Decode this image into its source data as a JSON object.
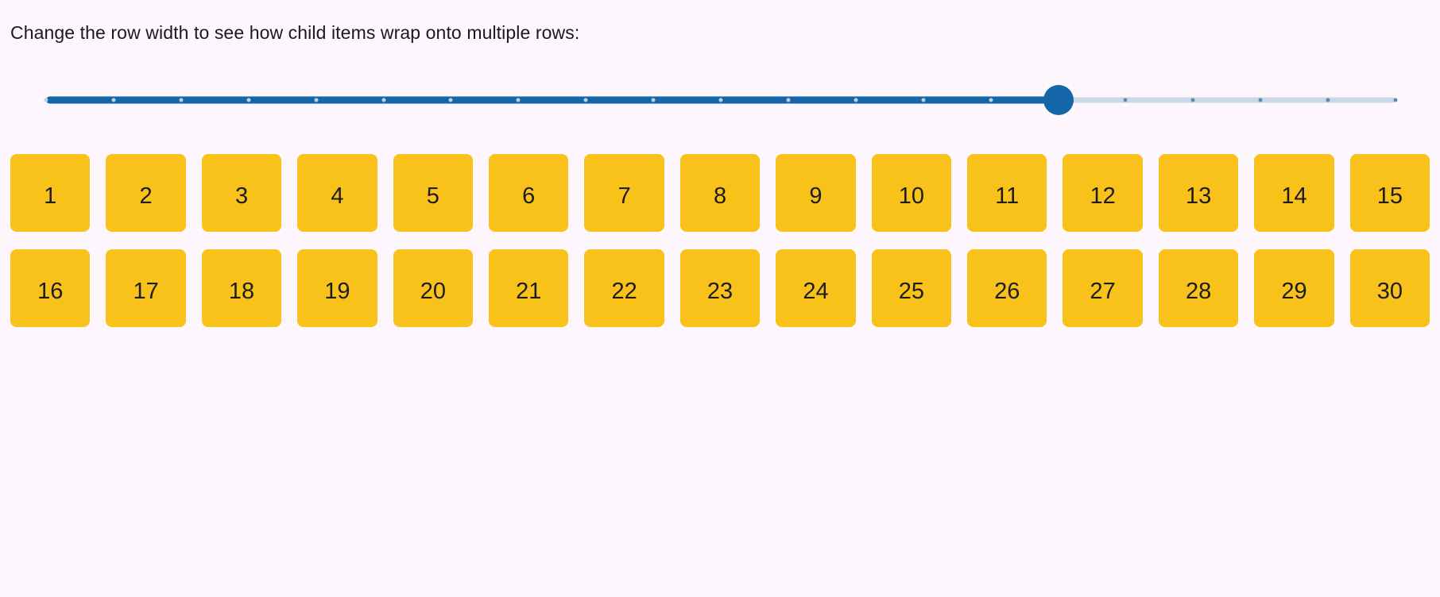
{
  "page": {
    "background_color": "#FDF7FD",
    "instruction": "Change the row width to see how child items wrap onto multiple rows:"
  },
  "slider": {
    "label": "row width",
    "min": 0,
    "max": 20,
    "value": 15,
    "percent": 75,
    "tick_count": 21,
    "colors": {
      "filled_track": "#1566A8",
      "rest_track": "#C9D9E8",
      "thumb": "#1566A8",
      "tick_on_filled": "#B9CFE2",
      "tick_on_rest": "#5F8BAE"
    }
  },
  "wrap_grid": {
    "tile_color": "#F9C21A",
    "tile_text_color": "#1D1D1D",
    "items": [
      "1",
      "2",
      "3",
      "4",
      "5",
      "6",
      "7",
      "8",
      "9",
      "10",
      "11",
      "12",
      "13",
      "14",
      "15",
      "16",
      "17",
      "18",
      "19",
      "20",
      "21",
      "22",
      "23",
      "24",
      "25",
      "26",
      "27",
      "28",
      "29",
      "30"
    ]
  }
}
